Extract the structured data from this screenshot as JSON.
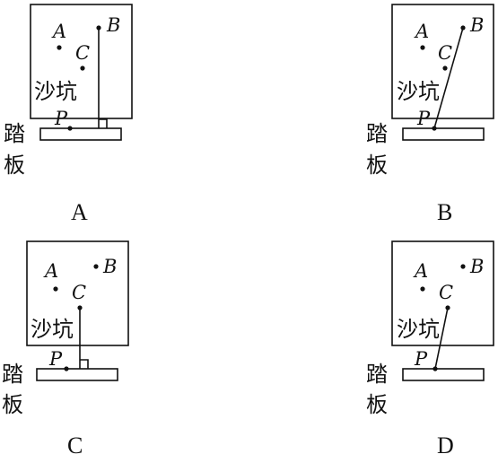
{
  "labels": {
    "sandpit": "沙坑",
    "board_line1": "踏",
    "board_line2": "板",
    "point_a": "A",
    "point_b": "B",
    "point_c": "C",
    "point_p": "P"
  },
  "options": [
    "A",
    "B",
    "C",
    "D"
  ],
  "colors": {
    "ink": "#111111",
    "background": "#ffffff"
  }
}
